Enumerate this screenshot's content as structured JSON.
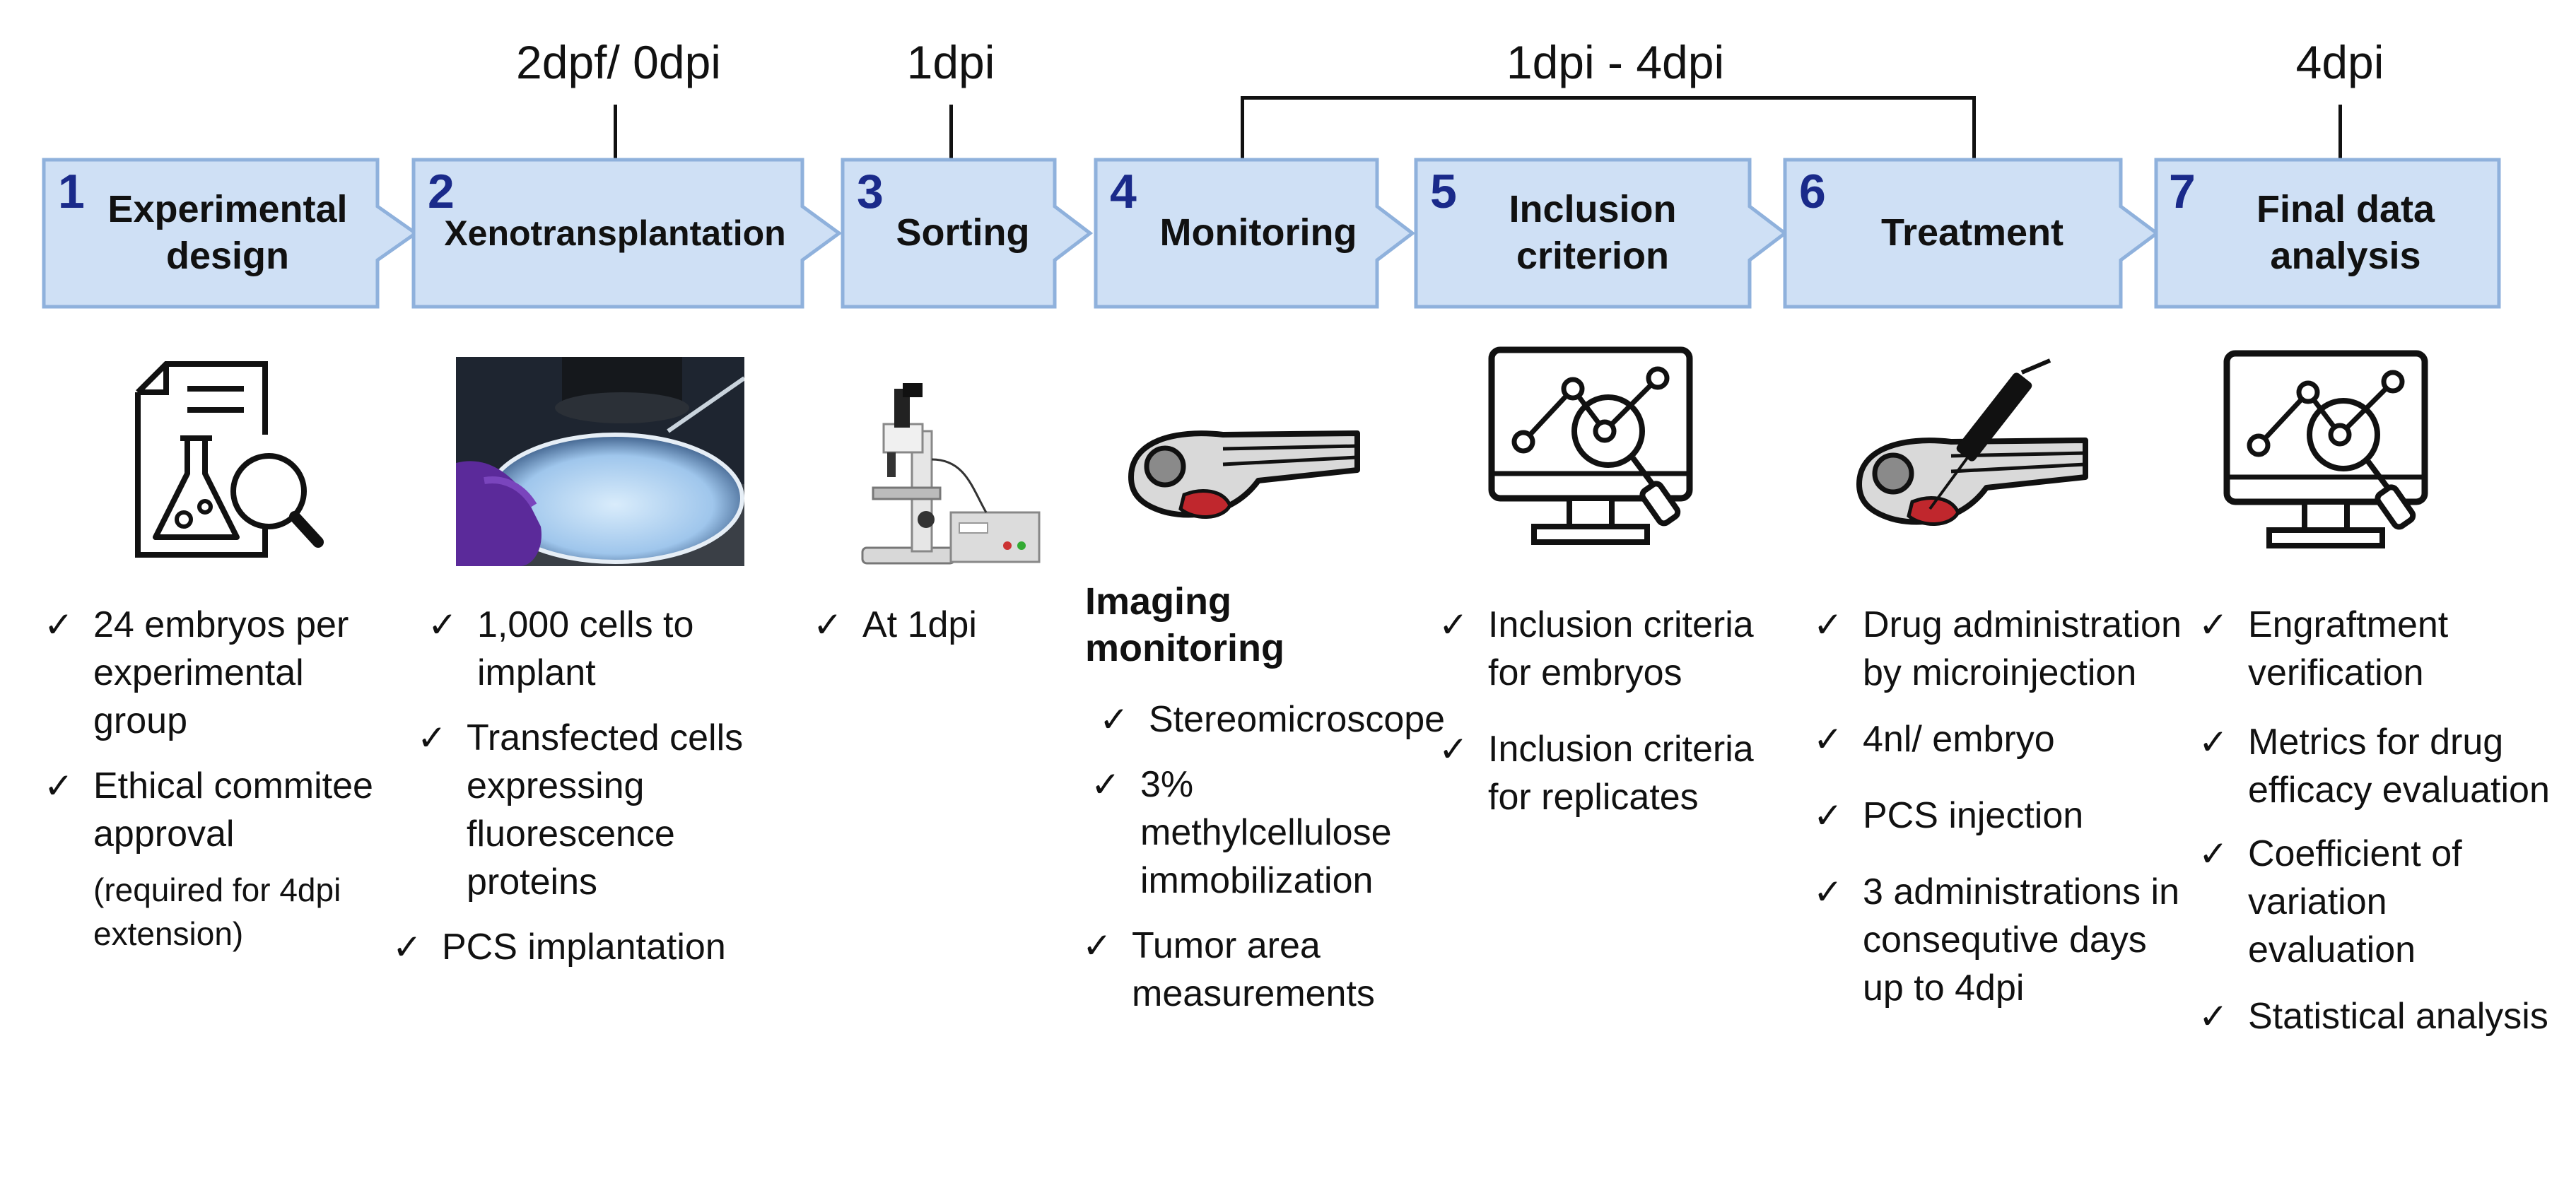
{
  "timepoints": {
    "t2": "2dpf/ 0dpi",
    "t3": "1dpi",
    "range": "1dpi - 4dpi",
    "t7": "4dpi"
  },
  "steps": [
    {
      "number": "1",
      "title": "Experimental design"
    },
    {
      "number": "2",
      "title": "Xenotransplantation"
    },
    {
      "number": "3",
      "title": "Sorting"
    },
    {
      "number": "4",
      "title": "Monitoring"
    },
    {
      "number": "5",
      "title": "Inclusion criterion"
    },
    {
      "number": "6",
      "title": "Treatment"
    },
    {
      "number": "7",
      "title": "Final data analysis"
    }
  ],
  "checkmark": "✓",
  "col1": {
    "items": [
      "24 embryos per experimental group",
      "Ethical commitee approval"
    ],
    "note": "(required for 4dpi extension)"
  },
  "col2": {
    "items": [
      "1,000 cells to implant",
      "Transfected cells expressing fluorescence proteins",
      "PCS implantation"
    ]
  },
  "col3": {
    "items": [
      "At 1dpi"
    ]
  },
  "col4": {
    "heading": "Imaging monitoring",
    "items": [
      "Stereomicroscope",
      "3% methylcellulose immobilization",
      "Tumor area measurements"
    ]
  },
  "col5": {
    "items": [
      "Inclusion criteria for embryos",
      "Inclusion criteria for replicates"
    ]
  },
  "col6": {
    "items": [
      "Drug administration by microinjection",
      "4nl/ embryo",
      "PCS injection",
      "3 administrations in consequtive days up to 4dpi"
    ]
  },
  "col7": {
    "items": [
      "Engraftment verification",
      "Metrics for drug efficacy evaluation",
      "Coefficient of variation evaluation",
      "Statistical analysis"
    ]
  },
  "colors": {
    "box_fill": "#cfe0f5",
    "box_stroke": "#8fb1dc",
    "number": "#1a2a8a",
    "tumor": "#c0272d"
  }
}
